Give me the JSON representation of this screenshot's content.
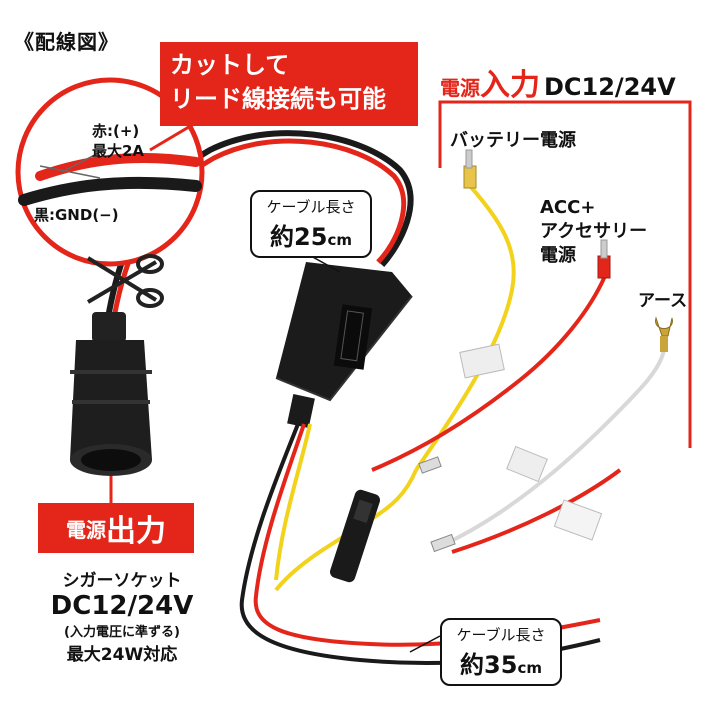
{
  "title": "《配線図》",
  "cut_callout": {
    "line1": "カットして",
    "line2": "リード線接続も可能"
  },
  "wire_labels": {
    "red": "赤:(+)",
    "max_current": "最大2A",
    "black": "黒:GND(−)"
  },
  "power_input": {
    "prefix": "電源",
    "emph": "入力",
    "voltage": "DC12/24V"
  },
  "battery_label": "バッテリー電源",
  "acc_label": {
    "line1": "ACC+",
    "line2": "アクセサリー",
    "line3": "電源"
  },
  "earth_label": "アース",
  "cable_top": {
    "caption": "ケーブル長さ",
    "value": "約25",
    "unit": "cm"
  },
  "cable_bottom": {
    "caption": "ケーブル長さ",
    "value": "約35",
    "unit": "cm"
  },
  "power_output": {
    "prefix": "電源",
    "emph": "出力"
  },
  "socket_spec": {
    "name": "シガーソケット",
    "voltage": "DC12/24V",
    "note": "(入力電圧に準ずる)",
    "max_watt": "最大24W対応"
  },
  "colors": {
    "accent_red": "#e4261a",
    "wire_red": "#e4261a",
    "wire_yellow": "#f2d21b",
    "wire_black": "#1a1a1a",
    "wire_white": "#f4f4f4"
  }
}
